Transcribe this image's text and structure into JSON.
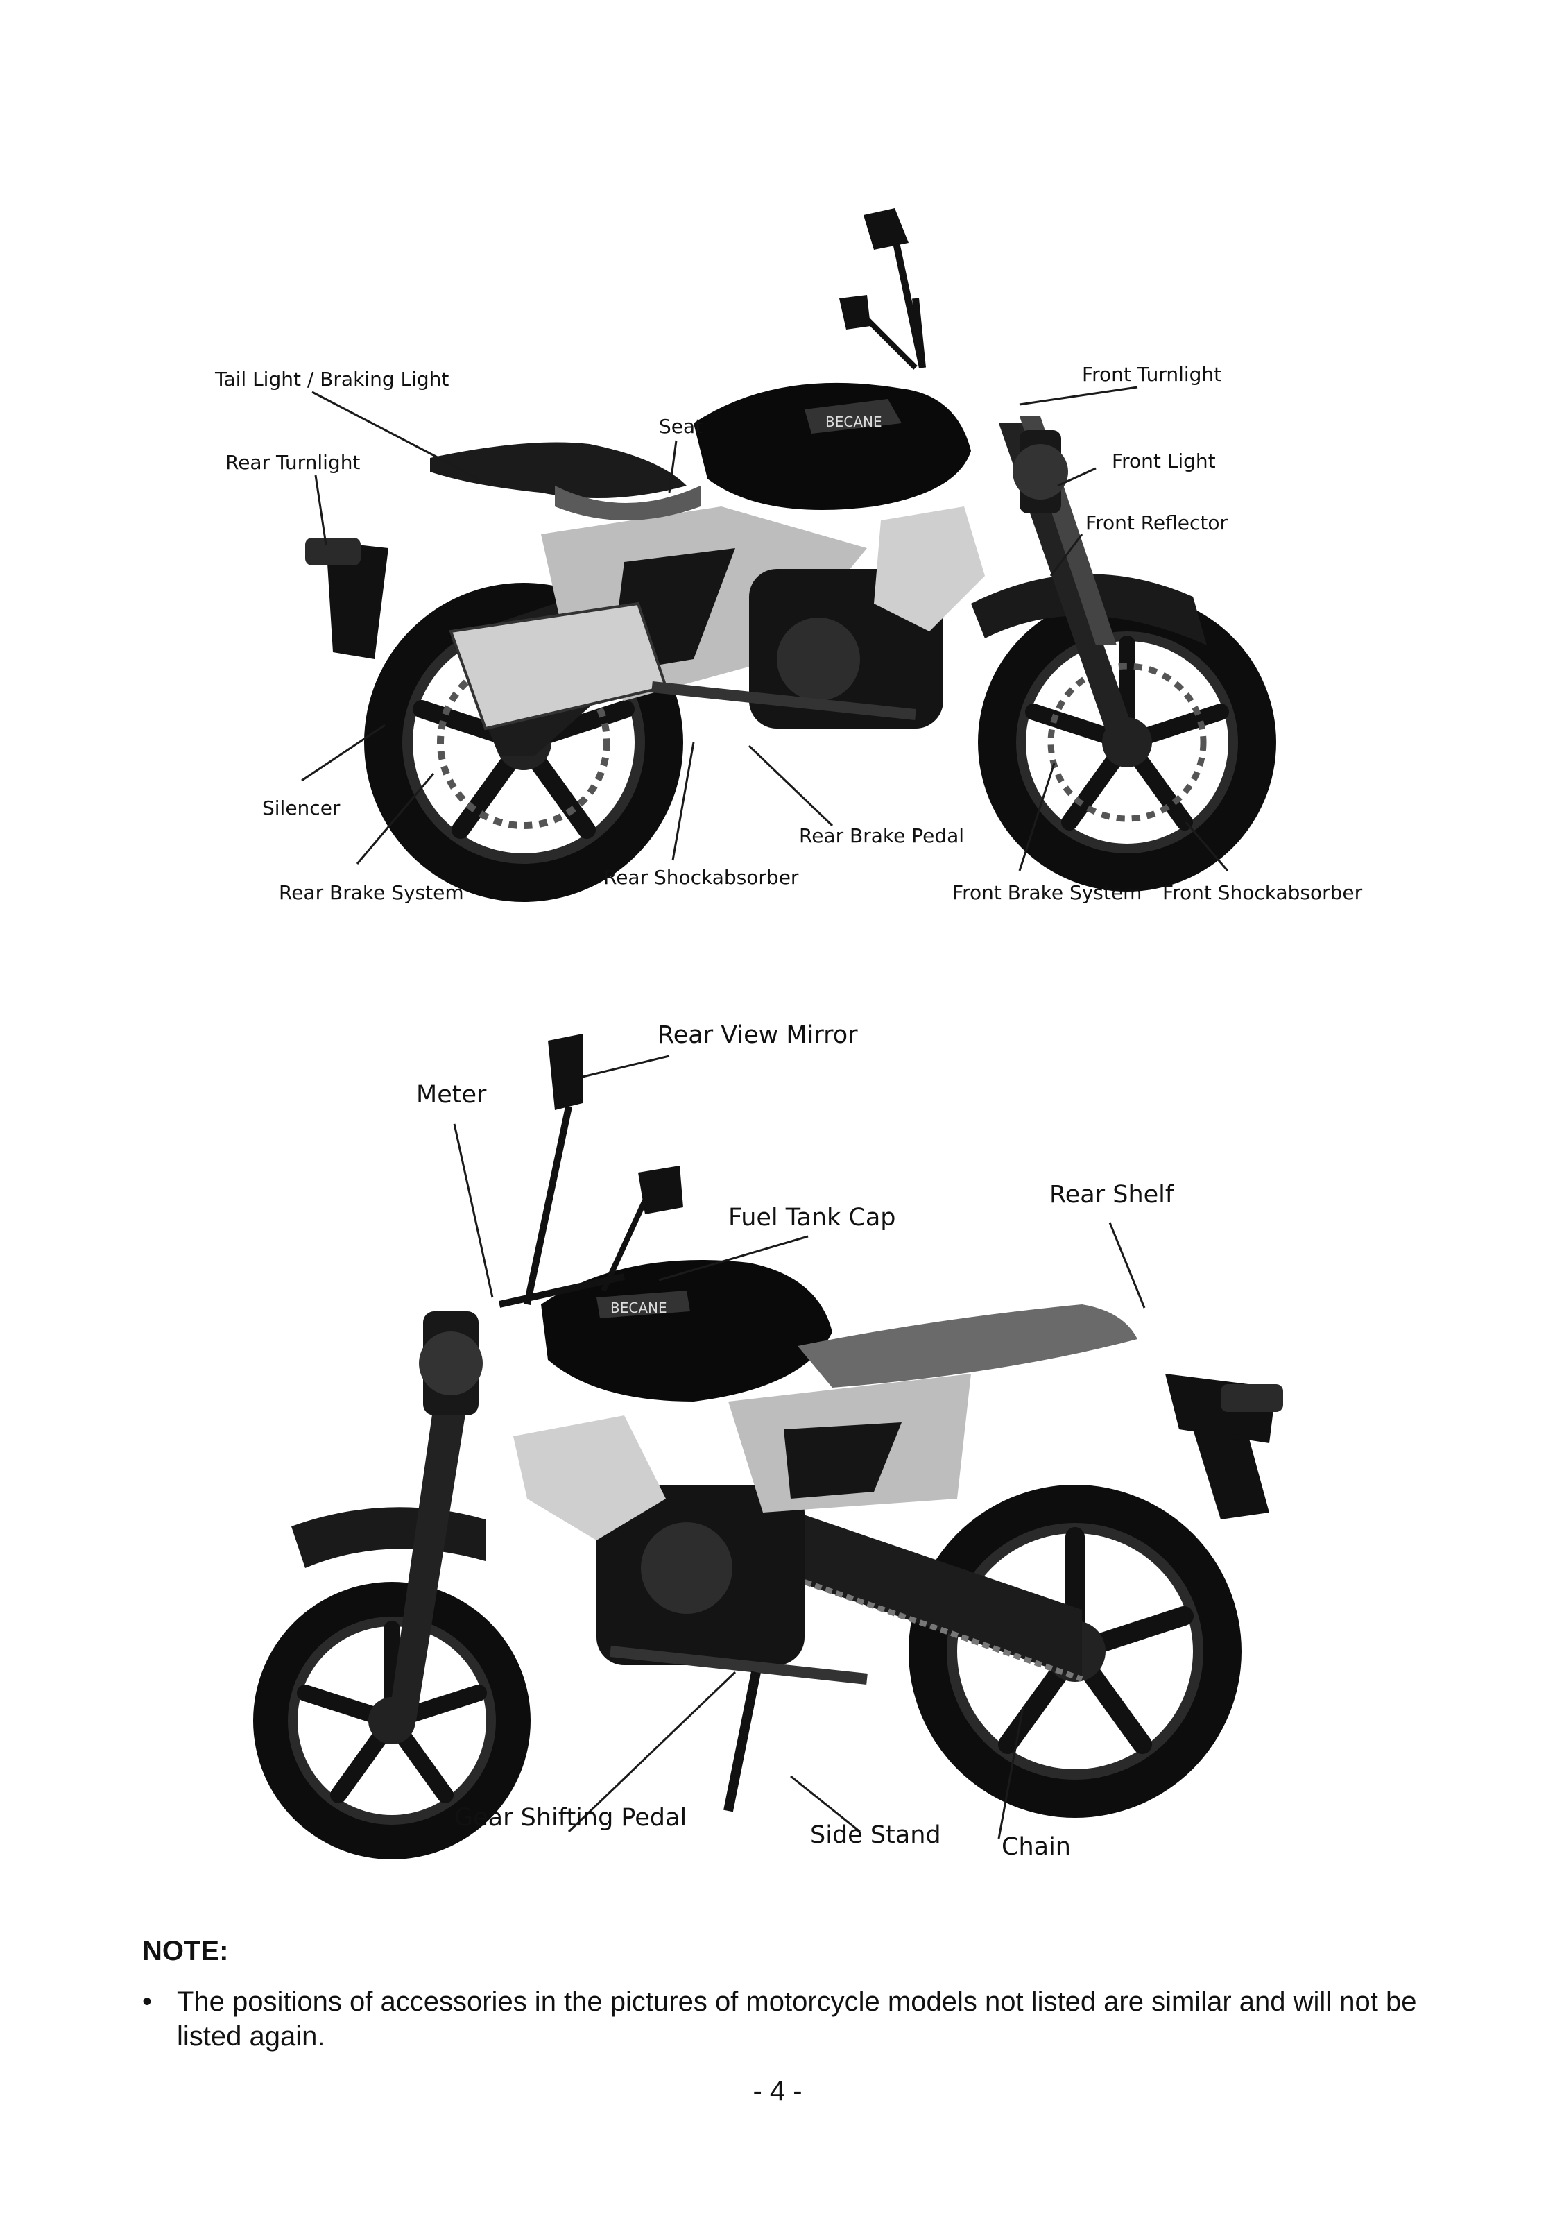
{
  "figure1": {
    "brand": "BECANE",
    "labels": {
      "tail_light": "Tail Light / Braking Light",
      "rear_turnlight": "Rear Turnlight",
      "seat": "Seat",
      "front_turnlight": "Front Turnlight",
      "front_light": "Front Light",
      "front_reflector": "Front Reflector",
      "silencer": "Silencer",
      "rear_brake_system": "Rear Brake System",
      "rear_shockabsorber": "Rear Shockabsorber",
      "rear_brake_pedal": "Rear Brake Pedal",
      "front_brake_system": "Front Brake System",
      "front_shockabsorber": "Front Shockabsorber"
    }
  },
  "figure2": {
    "brand": "BECANE",
    "labels": {
      "rear_view_mirror": "Rear View Mirror",
      "meter": "Meter",
      "fuel_tank_cap": "Fuel Tank Cap",
      "rear_shelf": "Rear Shelf",
      "gear_shifting_pedal": "Gear Shifting Pedal",
      "side_stand": "Side Stand",
      "chain": "Chain"
    }
  },
  "note": {
    "title": "NOTE:",
    "bullet": "•",
    "text": "The positions of accessories in the pictures of motorcycle models not listed are similar and will not be listed again."
  },
  "page_number": "- 4 -"
}
